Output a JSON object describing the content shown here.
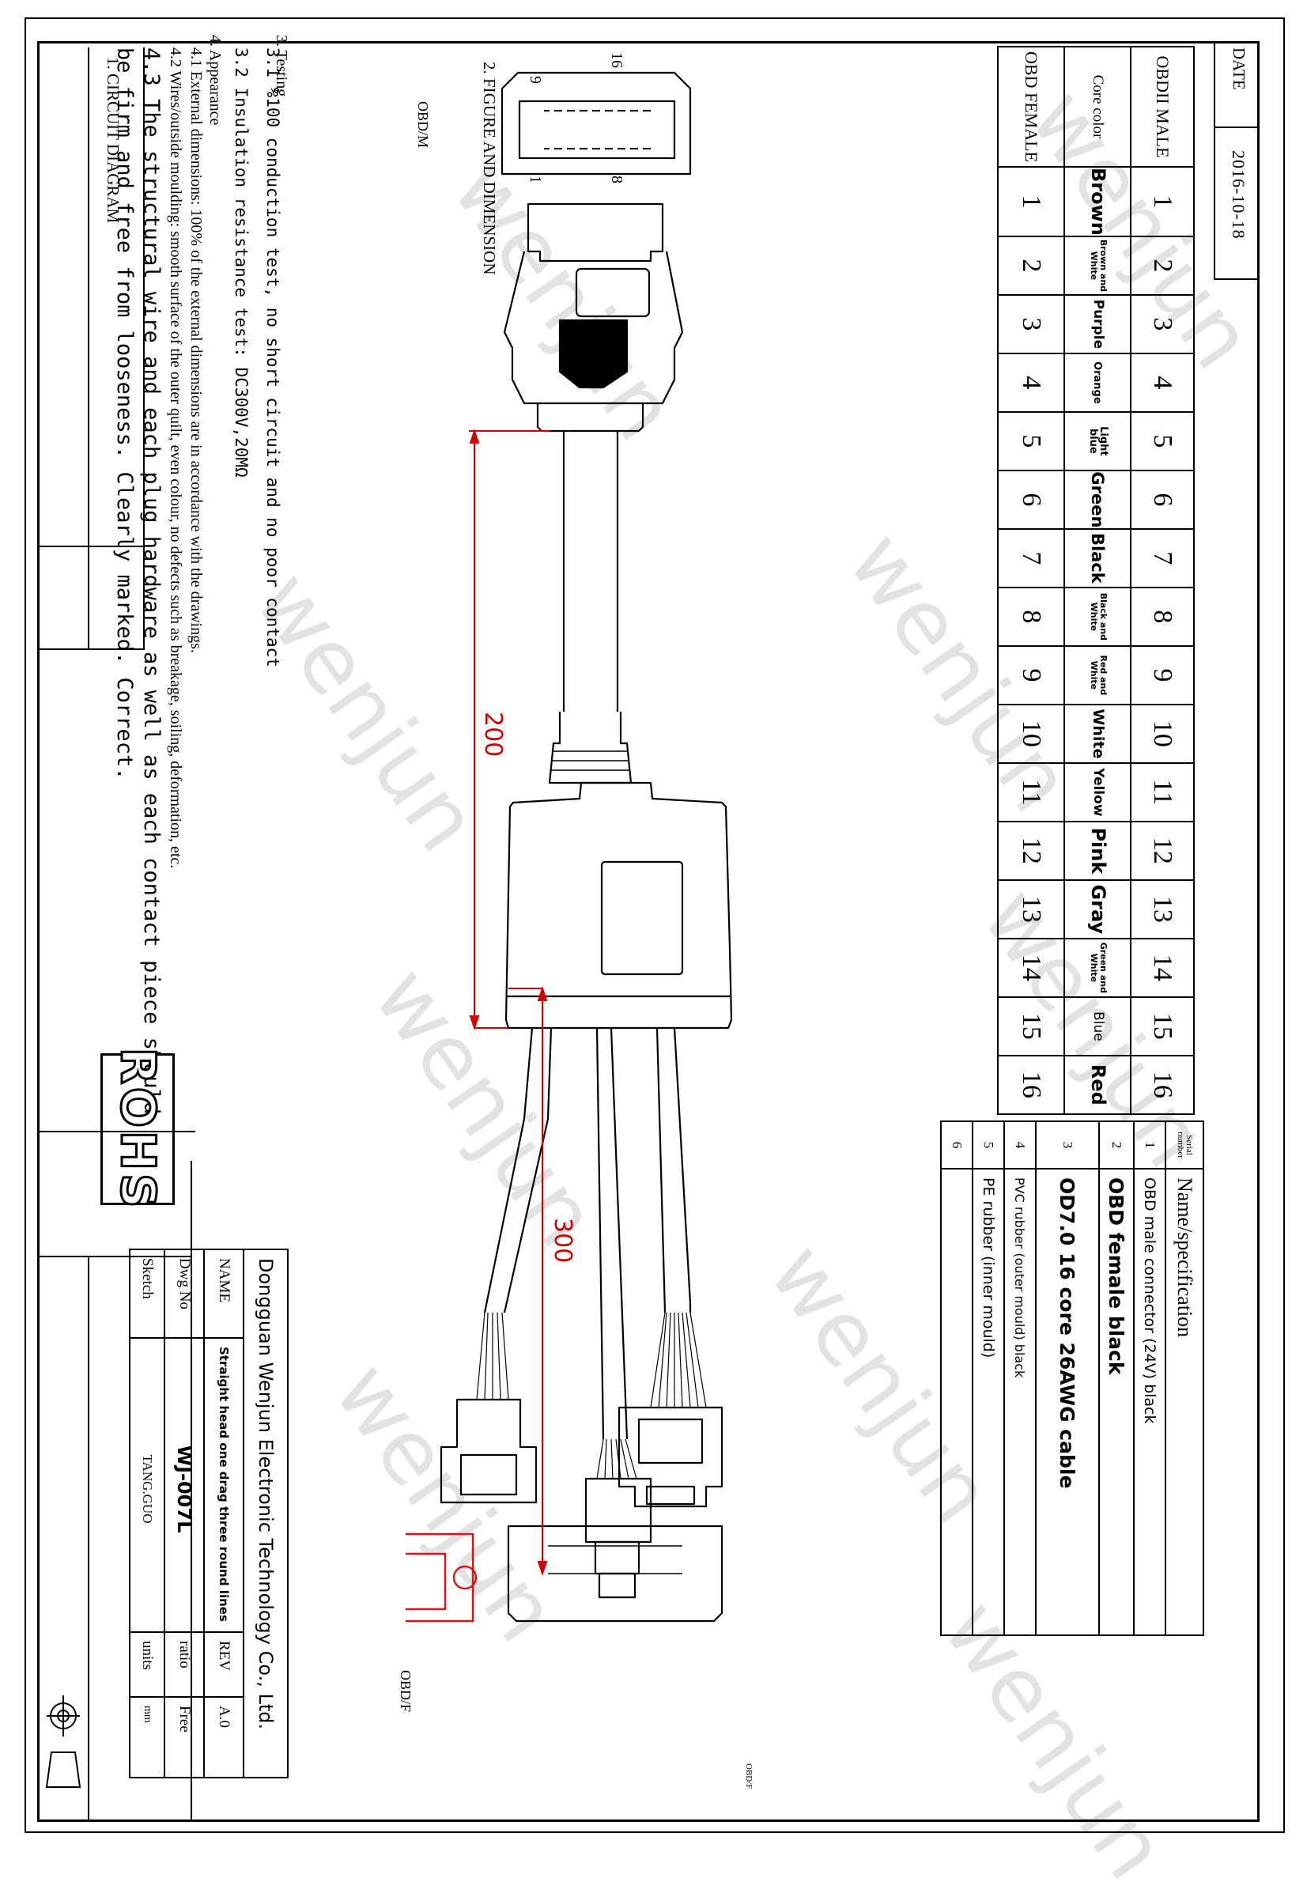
{
  "date": {
    "label": "DATE",
    "value": "2016-10-18"
  },
  "sections": {
    "circuit": "1. CIRCUIT DIAGRAM",
    "figure": "2. FIGURE AND DIMENSION",
    "testing": "3. Testing",
    "testing_1": "3.1 %100 conduction test, no short circuit and no poor contact",
    "testing_2": "3.2 Insulation resistance test: DC300V,20MΩ",
    "appearance": "4. Appearance",
    "appearance_1": "4.1 External dimensions: 100% of the external dimensions are in accordance with the drawings.",
    "appearance_2": "4.2 Wires/outside moulding: smooth surface of the outer quilt, even colour, no defects such as breakage, soiling, deformation, etc.",
    "appearance_3a": "4.3 The structural wire and each plug hardware as well as each contact piece should",
    "appearance_3b": "be firm and free from looseness. Clearly marked. Correct."
  },
  "pin_table": {
    "row_labels": [
      "OBDII MALE",
      "Core color",
      "OBD FEMALE"
    ],
    "male_pins": [
      "1",
      "2",
      "3",
      "4",
      "5",
      "6",
      "7",
      "8",
      "9",
      "10",
      "11",
      "12",
      "13",
      "14",
      "15",
      "16"
    ],
    "core_colors": [
      "Brown",
      "Brown and White",
      "Purple",
      "Orange",
      "Light blue",
      "Green",
      "Black",
      "Black and White",
      "Red and White",
      "White",
      "Yellow",
      "Pink",
      "Gray",
      "Green and White",
      "Blue",
      "Red"
    ],
    "female_pins": [
      "1",
      "2",
      "3",
      "4",
      "5",
      "6",
      "7",
      "8",
      "9",
      "10",
      "11",
      "12",
      "13",
      "14",
      "15",
      "16"
    ]
  },
  "diagram": {
    "male_label": "OBD/M",
    "female_label": "OBD/F",
    "female_small_label": "OBD/F",
    "dim_1": "200",
    "dim_2": "300",
    "pin_16": "16",
    "pin_9": "9",
    "pin_8": "8",
    "pin_1": "1"
  },
  "bom": {
    "header_serial": "Serial number",
    "header_name": "Name/specification",
    "items": [
      {
        "sn": "1",
        "name": "OBD male connector (24V) black"
      },
      {
        "sn": "2",
        "name": "OBD female black"
      },
      {
        "sn": "3",
        "name": "OD7.0 16 core 26AWG cable"
      },
      {
        "sn": "4",
        "name": "PVC rubber (outer mould) black"
      },
      {
        "sn": "5",
        "name": "PE rubber (inner mould)"
      },
      {
        "sn": "6",
        "name": ""
      }
    ]
  },
  "title_block": {
    "company": "Dongguan Wenjun Electronic Technology Co., Ltd.",
    "name_label": "NAME",
    "name_value": "Straight head one drag three round lines",
    "rev_label": "REV",
    "rev_value": "A.0",
    "dwg_label": "Dwg No",
    "dwg_value": "WJ-007L",
    "ratio_label": "ratio",
    "ratio_value": "Free",
    "sketch_label": "Sketch",
    "sketch_value": "TANG.GUO",
    "units_label": "units",
    "units_value": "mm"
  },
  "rohs": "ROHS",
  "watermark": "wenjun"
}
